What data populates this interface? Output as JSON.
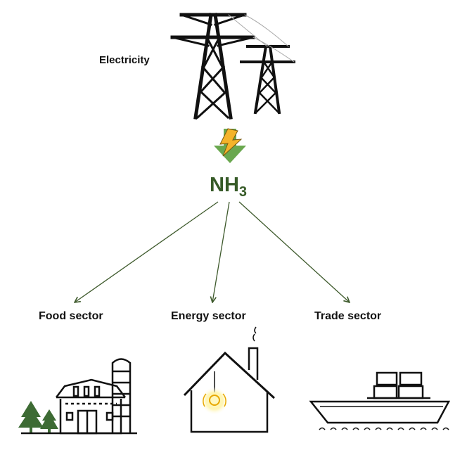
{
  "labels": {
    "electricity": "Electricity",
    "compound": "NH",
    "compound_subscript": "3",
    "food": "Food sector",
    "energy": "Energy sector",
    "trade": "Trade sector"
  },
  "colors": {
    "arrow": "#3e5a2c",
    "compound_text": "#375b28",
    "down_arrow": "#6aa84f",
    "lightning": "#f4b32a",
    "tree": "#3d6b34",
    "bulb_glow": "#fff3a0",
    "bulb": "#f2c200",
    "line_art": "#111111"
  },
  "icons": [
    "power-tower-icon",
    "lightning-arrow-icon",
    "barn-icon",
    "tree-icon",
    "silo-icon",
    "house-icon",
    "lightbulb-icon",
    "ship-icon"
  ],
  "edges": [
    {
      "from": "compound",
      "to": "food"
    },
    {
      "from": "compound",
      "to": "energy"
    },
    {
      "from": "compound",
      "to": "trade"
    }
  ]
}
